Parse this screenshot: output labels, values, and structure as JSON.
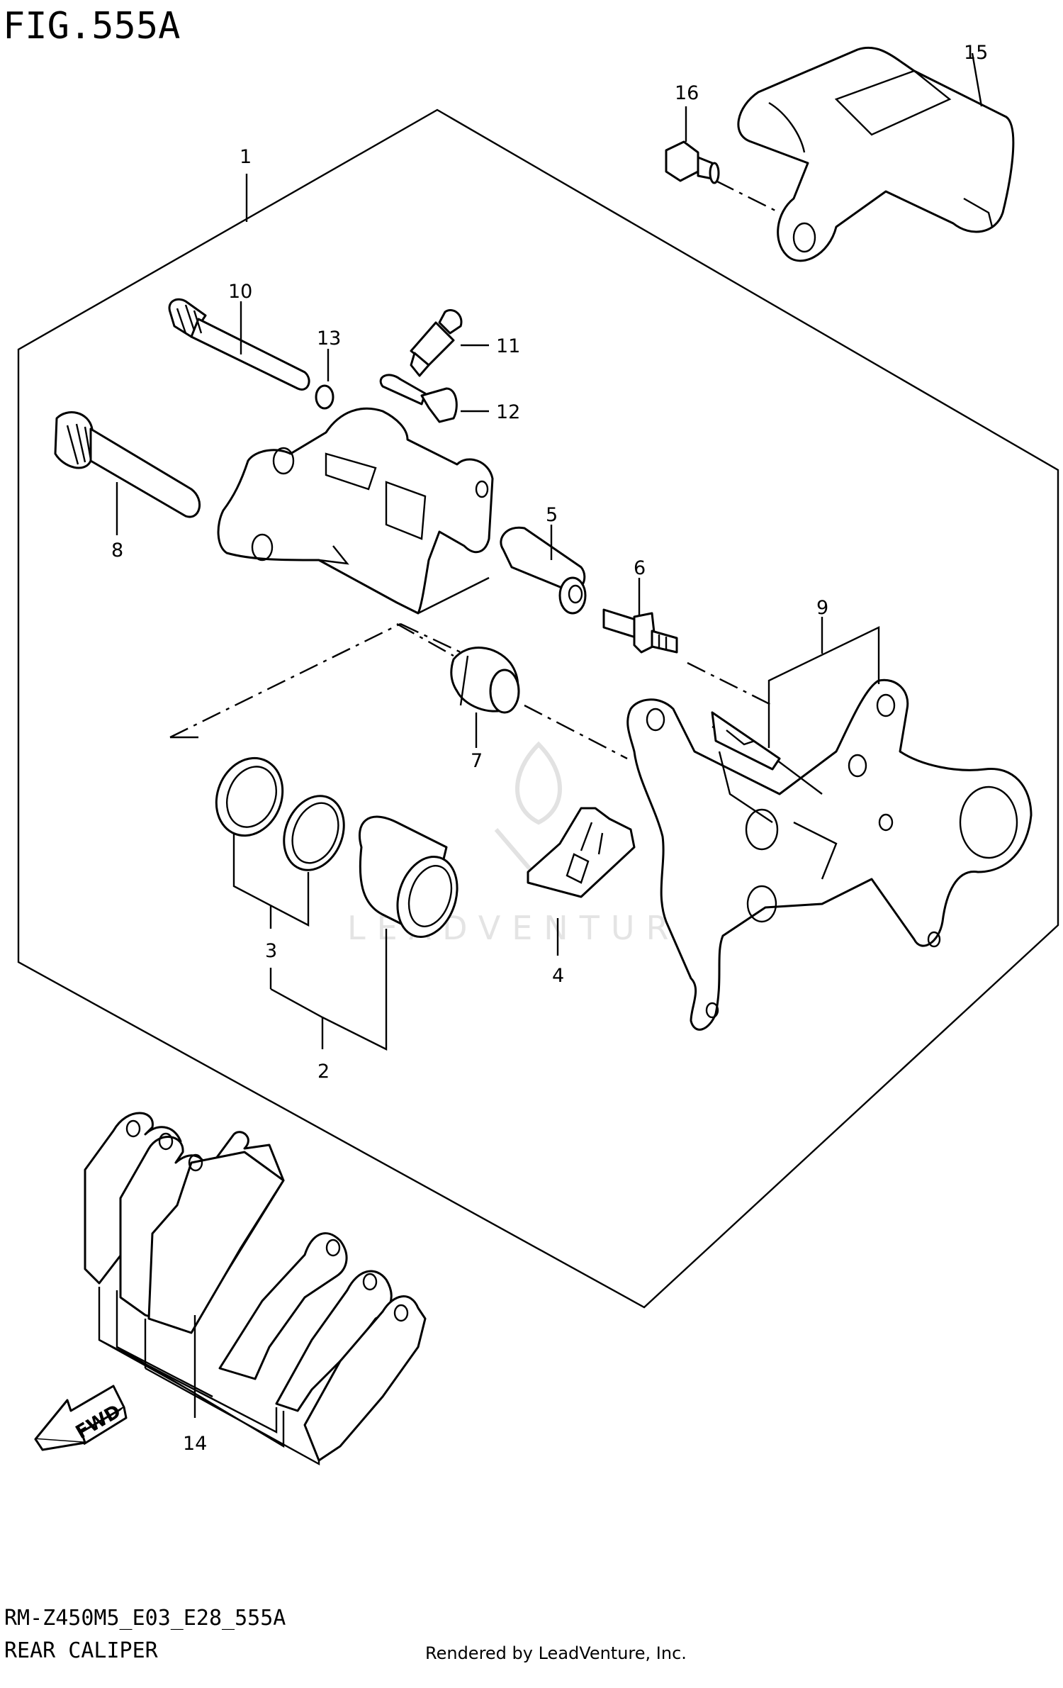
{
  "figure_id": "FIG.555A",
  "model_code": "RM-Z450M5_E03_E28_555A",
  "section_title": "REAR CALIPER",
  "credit": "Rendered by LeadVenture, Inc.",
  "watermark": "LEADVENTURE",
  "fwd_label": "FWD",
  "callouts": [
    "1",
    "2",
    "3",
    "4",
    "5",
    "6",
    "7",
    "8",
    "9",
    "10",
    "11",
    "12",
    "13",
    "14",
    "15",
    "16"
  ]
}
